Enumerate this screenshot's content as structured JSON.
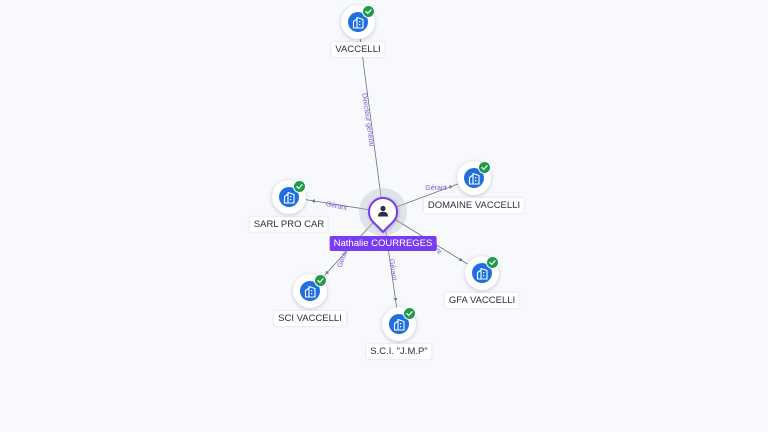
{
  "center": {
    "name": "Nathalie COURREGES",
    "icon": "person-icon",
    "color": "#7a3cf0"
  },
  "nodes": [
    {
      "id": "vaccelli",
      "label": "VACCELLI",
      "icon": "company-building-icon",
      "status": "verified-check-icon"
    },
    {
      "id": "domaine-vaccelli",
      "label": "DOMAINE VACCELLI",
      "icon": "company-building-icon",
      "status": "verified-check-icon"
    },
    {
      "id": "sarl-pro-car",
      "label": "SARL PRO CAR",
      "icon": "company-building-icon",
      "status": "verified-check-icon"
    },
    {
      "id": "gfa-vaccelli",
      "label": "GFA VACCELLI",
      "icon": "company-building-icon",
      "status": "verified-check-icon"
    },
    {
      "id": "sci-vaccelli",
      "label": "SCI VACCELLI",
      "icon": "company-building-icon",
      "status": "verified-check-icon"
    },
    {
      "id": "sci-jmp",
      "label": "S.C.I. \"J.M.P\"",
      "icon": "company-building-icon",
      "status": "verified-check-icon"
    }
  ],
  "edges": [
    {
      "to": "vaccelli",
      "label": "Directeur général"
    },
    {
      "to": "domaine-vaccelli",
      "label": "Gérant"
    },
    {
      "to": "sarl-pro-car",
      "label": "Gérant"
    },
    {
      "to": "gfa-vaccelli",
      "label": "Gérant"
    },
    {
      "to": "sci-vaccelli",
      "label": "Gérant"
    },
    {
      "to": "sci-jmp",
      "label": "Gérant"
    }
  ],
  "colors": {
    "company": "#1f6fe0",
    "verified": "#1e9b4b",
    "edge": "#6b7080",
    "edge_label": "#7a5ce0"
  }
}
